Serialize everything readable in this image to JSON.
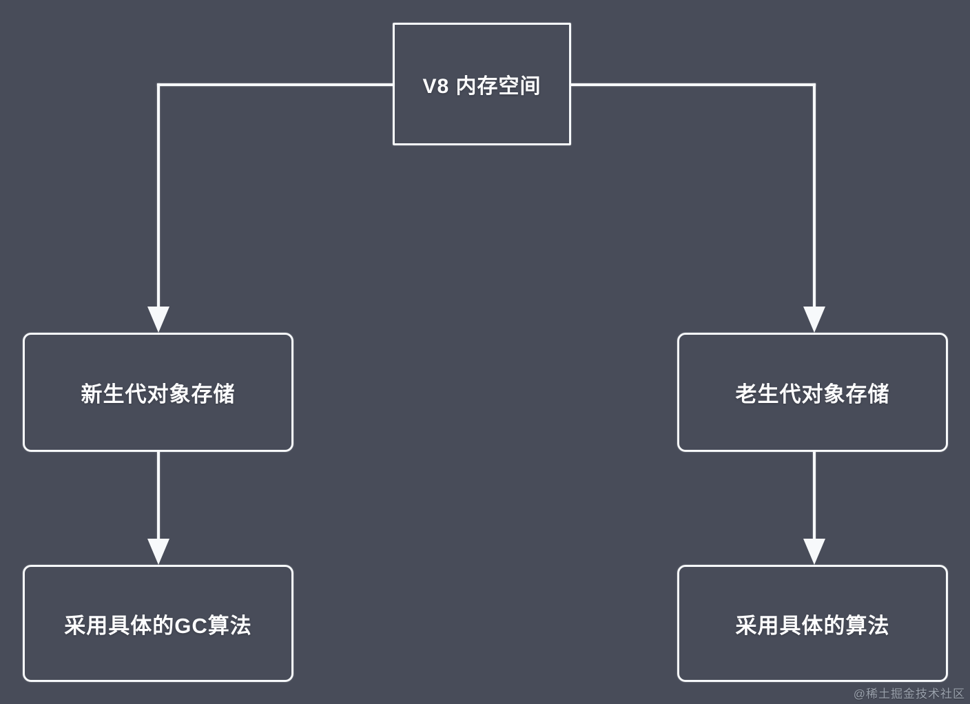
{
  "diagram": {
    "title": "V8 memory space flowchart",
    "nodes": {
      "root": {
        "label": "V8 内存空间"
      },
      "new_gen": {
        "label": "新生代对象存储"
      },
      "new_gen_gc": {
        "label": "采用具体的GC算法"
      },
      "old_gen": {
        "label": "老生代对象存储"
      },
      "old_gen_gc": {
        "label": "采用具体的算法"
      }
    },
    "edges": [
      {
        "from": "root",
        "to": "new_gen"
      },
      {
        "from": "root",
        "to": "old_gen"
      },
      {
        "from": "new_gen",
        "to": "new_gen_gc"
      },
      {
        "from": "old_gen",
        "to": "old_gen_gc"
      }
    ]
  },
  "watermark": {
    "label": "@稀土掘金技术社区"
  },
  "colors": {
    "bg": "#484c59",
    "line": "#f7f9fb",
    "text": "#fdfdfe",
    "watermark": "#99a0ab"
  }
}
